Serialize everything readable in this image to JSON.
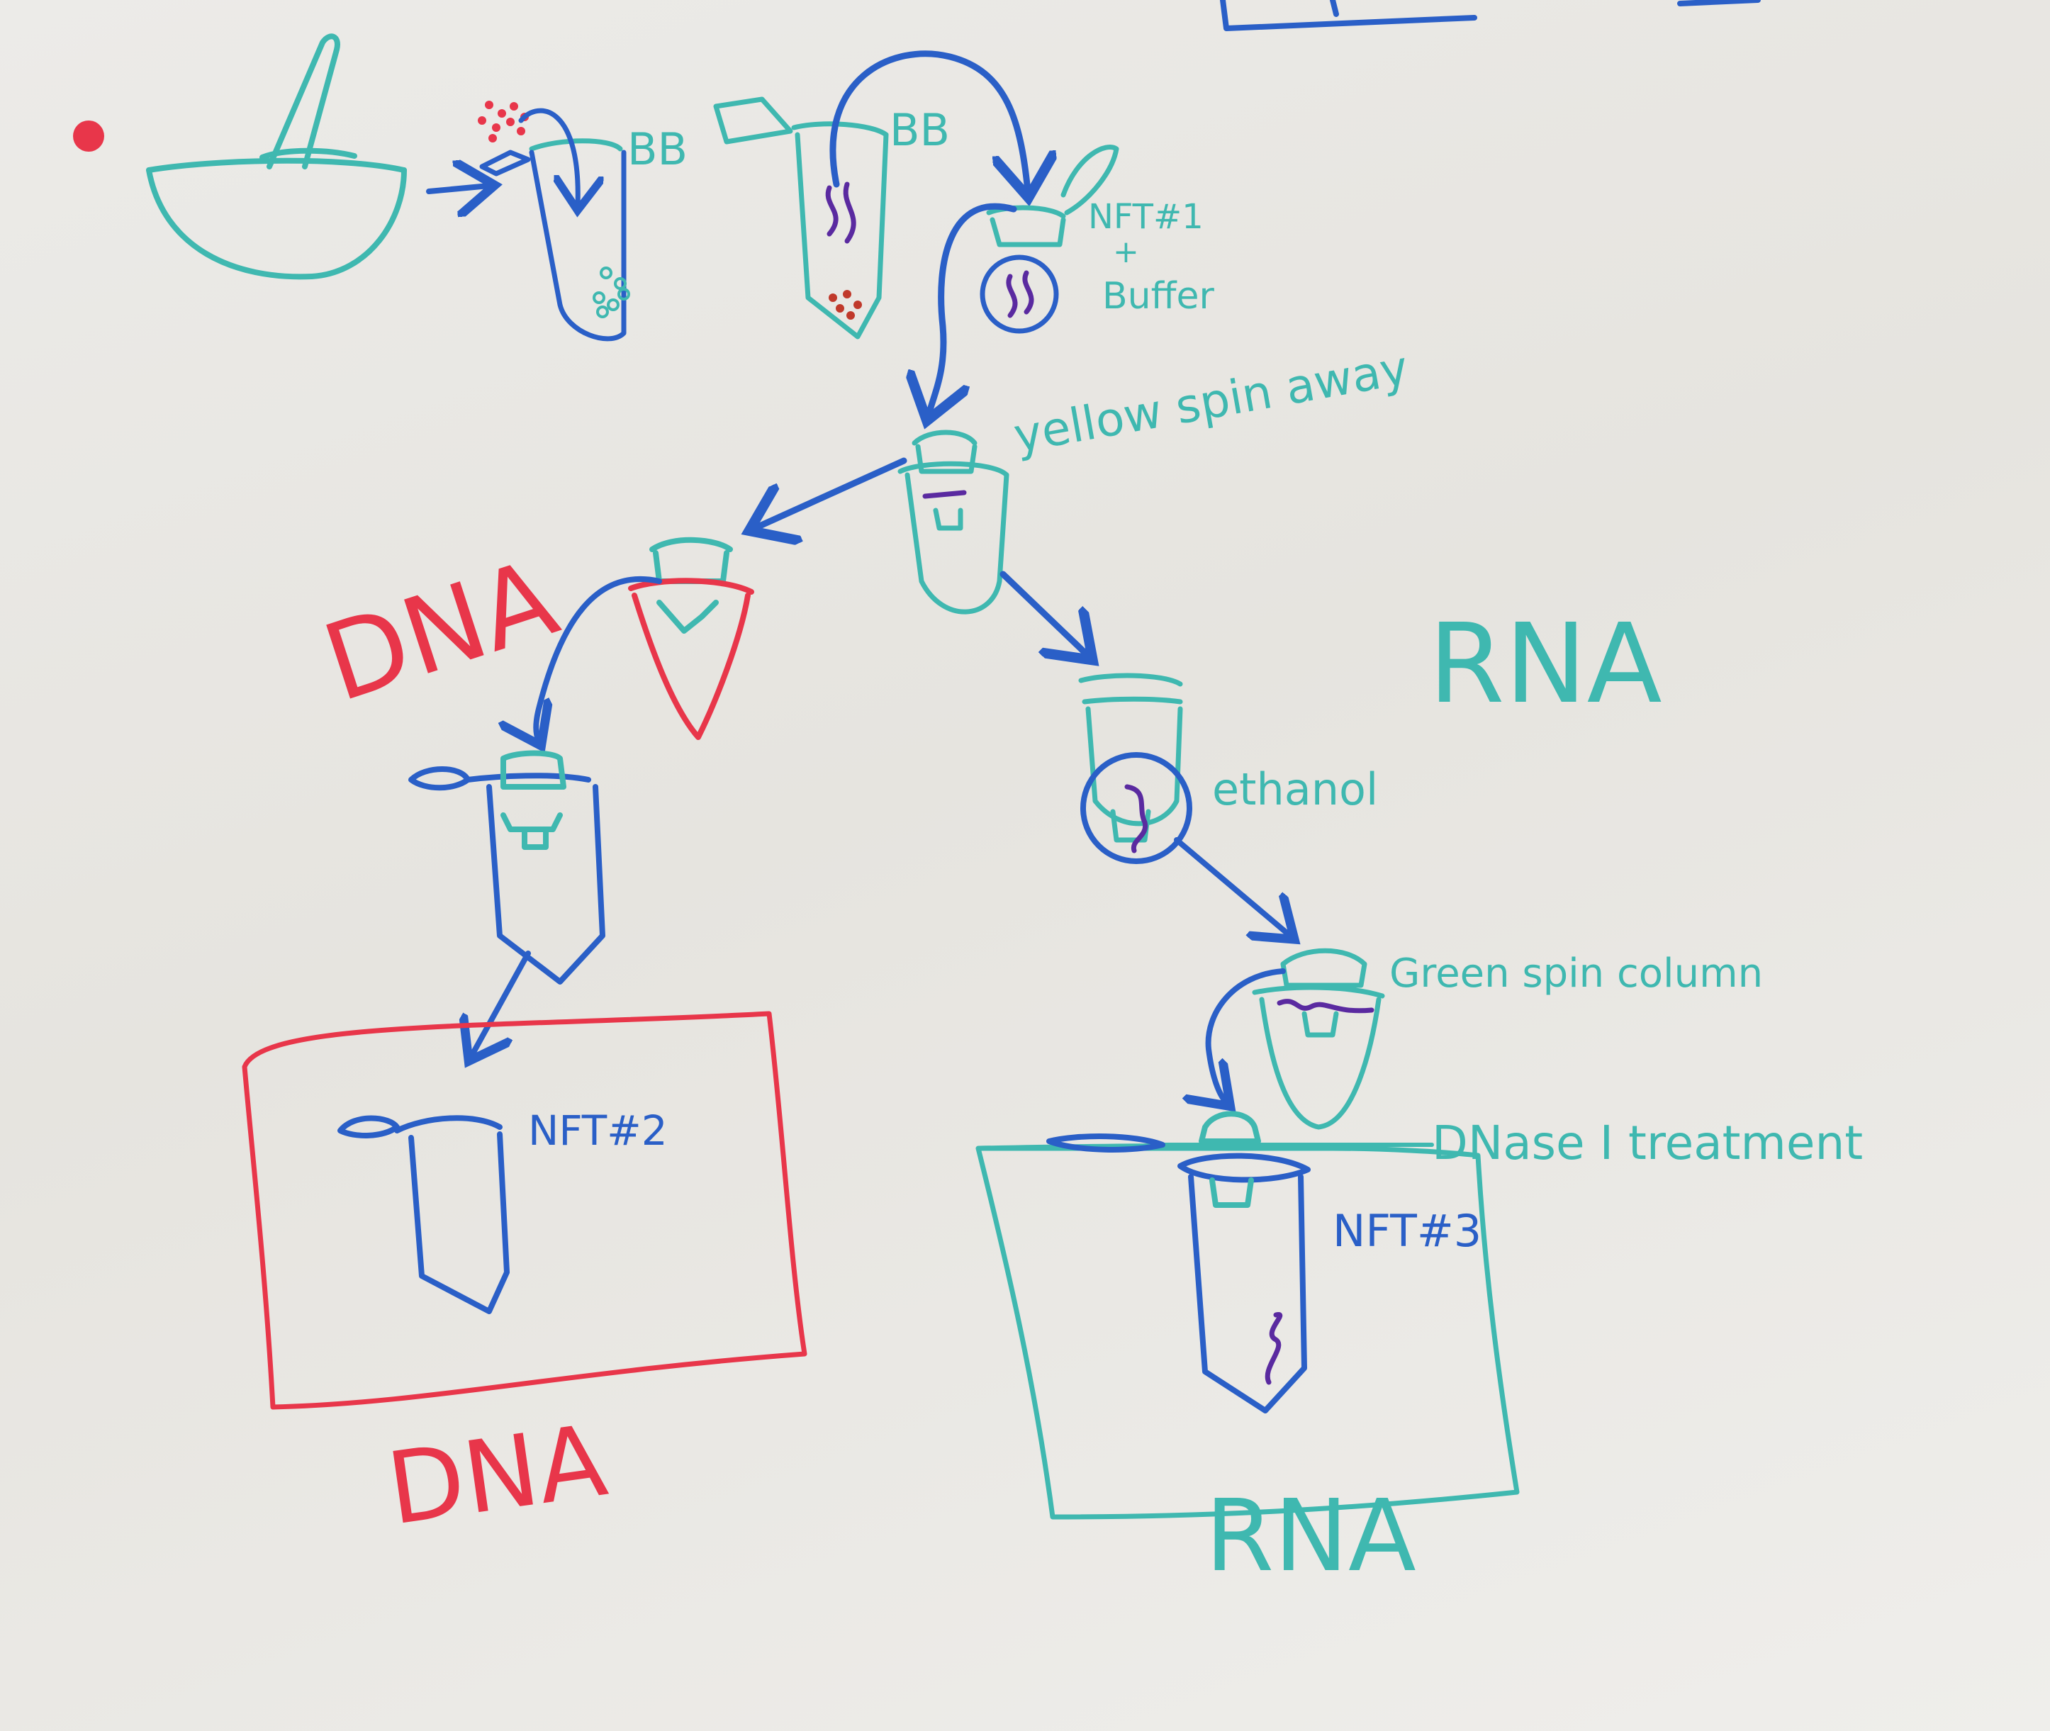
{
  "colors": {
    "teal": "#3fb8b0",
    "blue": "#2a5fc7",
    "red": "#e8364a",
    "purple": "#5a2aa0",
    "board": "#ecebe8"
  },
  "labels": {
    "bb_1": "BB",
    "bb_2": "BB",
    "nft1_line1": "NFT#1",
    "nft1_plus": "+",
    "nft1_line2": "Buffer",
    "yellow_spin_away": "yellow spin away",
    "dna_branch": "DNA",
    "rna_branch": "RNA",
    "ethanol": "ethanol",
    "green_spin_column": "Green spin column",
    "dnase_treatment": "DNase I treatment",
    "nft2": "NFT#2",
    "nft3": "NFT#3",
    "dna_result": "DNA",
    "rna_result": "RNA"
  }
}
